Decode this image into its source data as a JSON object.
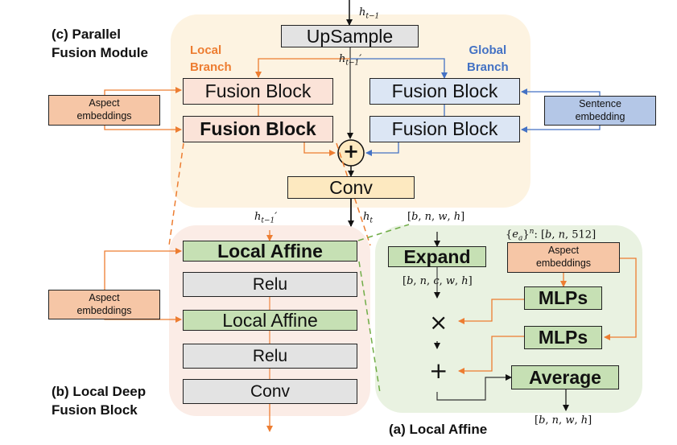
{
  "colors": {
    "local_branch": "#ed7d31",
    "global_branch": "#4472c4",
    "parallel_panel": "#fdf3e1",
    "deep_panel": "#fbece6",
    "affine_panel": "#e9f2e1",
    "green_dash": "#70ad47"
  },
  "parallel_fusion": {
    "caption": "(c) Parallel\nFusion Module",
    "local_branch_label": "Local\nBranch",
    "global_branch_label": "Global\nBranch",
    "input_label": "h_{t-1}",
    "upsample": "UpSample",
    "upsample_output_label": "h_{t-1}'",
    "local_blocks": [
      "Fusion Block",
      "Fusion Block"
    ],
    "global_blocks": [
      "Fusion Block",
      "Fusion Block"
    ],
    "aspect_embeddings": "Aspect\nembeddings",
    "sentence_embedding": "Sentence\nembedding",
    "sum_operator": "+",
    "conv": "Conv",
    "output_label": "h_t"
  },
  "local_deep_fusion": {
    "caption": "(b) Local Deep\nFusion Block",
    "input_label": "h_{t-1}'",
    "layers": [
      "Local Affine",
      "Relu",
      "Local Affine",
      "Relu",
      "Conv"
    ],
    "aspect_embeddings": "Aspect\nembeddings"
  },
  "local_affine": {
    "caption": "(a) Local Affine",
    "input_shape": "[b, n, w, h]",
    "expand": "Expand",
    "expanded_shape": "[b, n, c, w, h]",
    "aspect_shape": "{e_a}^n: [b, n, 512]",
    "aspect_embeddings": "Aspect\nembeddings",
    "mlps": [
      "MLPs",
      "MLPs"
    ],
    "multiply_operator": "×",
    "add_operator": "+",
    "average": "Average",
    "output_shape": "[b, n, w, h]"
  }
}
